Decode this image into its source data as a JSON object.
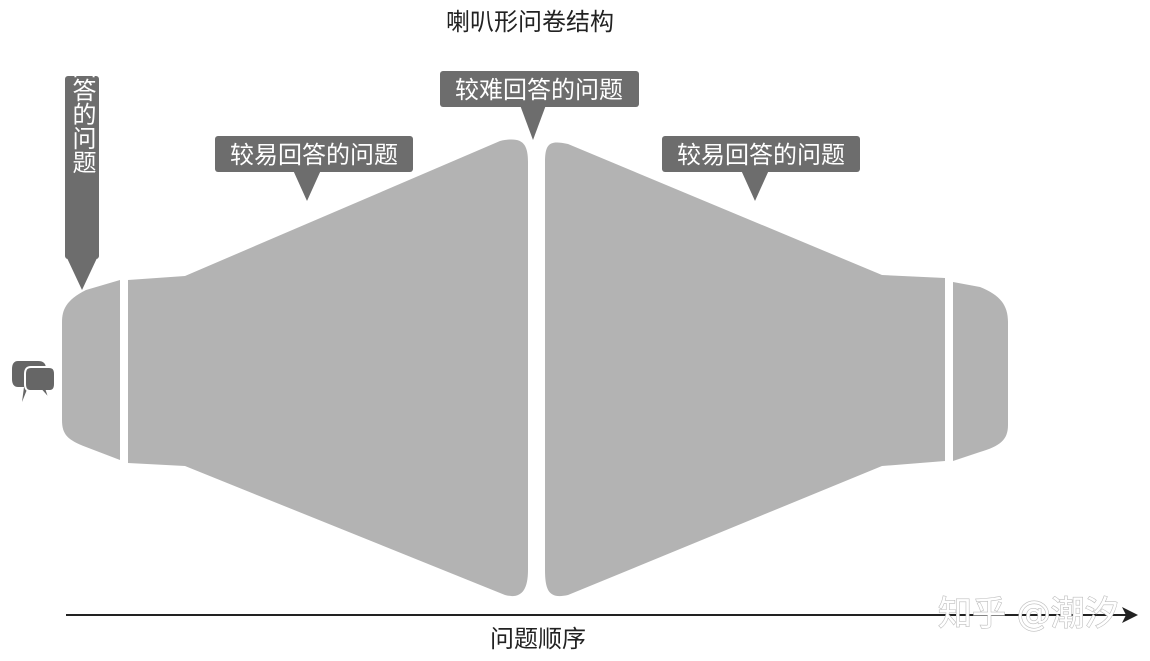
{
  "title": "喇叭形问卷结构",
  "callouts": {
    "easy_start": "容易回答的问题",
    "easier_left": "较易回答的问题",
    "harder_center": "较难回答的问题",
    "easier_right": "较易回答的问题"
  },
  "axis": {
    "label": "问题顺序"
  },
  "watermark": "知乎 @潮汐",
  "icons": {
    "left_marker": "speech-bubbles-icon",
    "axis_end": "arrow-right-icon"
  },
  "colors": {
    "shape_fill": "#b3b3b3",
    "callout_fill": "#6d6d6d",
    "icon_fill": "#666666",
    "axis": "#222222",
    "text_dark": "#222222",
    "text_light": "#ffffff"
  }
}
